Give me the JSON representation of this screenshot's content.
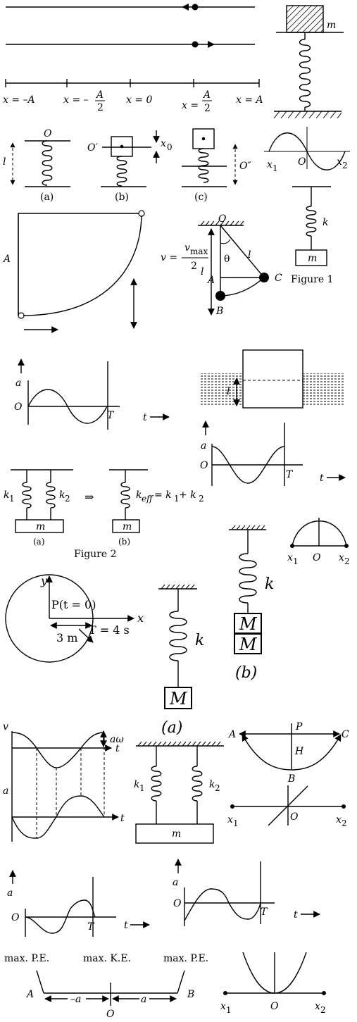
{
  "panel_shm_line": {
    "positions": [
      "x = –A",
      "x = –",
      "A",
      "2",
      "x = 0",
      "x =",
      "A",
      "2",
      "x = A"
    ]
  },
  "panel_block_spring": {
    "mass": "m"
  },
  "panel_spring_abc": {
    "label_O": "O",
    "label_O_prime": "O′",
    "label_O_dprime": "O″",
    "label_l": "l",
    "label_x0": "x",
    "label_x0_sub": "0",
    "caption_a": "(a)",
    "caption_b": "(b)",
    "caption_c": "(c)"
  },
  "panel_sine_x": {
    "x1": "x",
    "x1_sub": "1",
    "O": "O",
    "x2": "x",
    "x2_sub": "2"
  },
  "panel_quarter": {
    "A": "A",
    "v_eq": "v =",
    "v_num": "v",
    "v_num_sub": "max",
    "v_den": "2"
  },
  "panel_pendulum": {
    "O": "O",
    "theta": "θ",
    "l": "l",
    "l2": "l",
    "A": "A",
    "B": "B",
    "C": "C"
  },
  "figure1": {
    "k": "k",
    "m": "m",
    "caption": "Figure 1"
  },
  "graph_a1": {
    "a": "a",
    "O": "O",
    "T": "T",
    "t": "t"
  },
  "panel_float": {
    "l": "l"
  },
  "graph_a2": {
    "a": "a",
    "O": "O",
    "T": "T",
    "t": "t"
  },
  "figure2": {
    "k1": "k",
    "k1_sub": "1",
    "k2": "k",
    "k2_sub": "2",
    "arrow": "⇒",
    "keff": "k",
    "keff_sub": "eff",
    "keff_rhs": "= k",
    "keff_rhs_sub1": "1",
    "keff_plus": "+ k",
    "keff_rhs_sub2": "2",
    "m_a": "m",
    "m_b": "m",
    "caption_a": "(a)",
    "caption_b": "(b)",
    "caption": "Figure 2"
  },
  "panel_kMM": {
    "k": "k",
    "M1": "M",
    "M2": "M",
    "caption": "(b)"
  },
  "panel_arc": {
    "x1": "x",
    "x1_sub": "1",
    "O": "O",
    "x2": "x",
    "x2_sub": "2"
  },
  "panel_circle": {
    "y": "y",
    "x": "x",
    "P": "P(t = 0)",
    "T": "T = 4 s",
    "r": "3 m"
  },
  "panel_kM": {
    "k": "k",
    "M": "M",
    "caption": "(a)"
  },
  "graph_va": {
    "v": "v",
    "t1": "t",
    "aw": "aω",
    "a": "a",
    "t2": "t"
  },
  "panel_parallel": {
    "k1": "k",
    "k1_sub": "1",
    "k2": "k",
    "k2_sub": "2",
    "m": "m"
  },
  "panel_swing": {
    "A": "A",
    "P": "P",
    "C": "C",
    "H": "H",
    "B": "B"
  },
  "panel_cross": {
    "x1": "x",
    "x1_sub": "1",
    "O": "O",
    "x2": "x",
    "x2_sub": "2"
  },
  "graph_a3": {
    "a": "a",
    "O": "O",
    "T": "T",
    "t": "t"
  },
  "graph_a4": {
    "a": "a",
    "O": "O",
    "T": "T",
    "t": "t"
  },
  "panel_energy": {
    "pe_left": "max. P.E.",
    "ke": "max. K.E.",
    "pe_right": "max. P.E.",
    "A": "A",
    "B": "B",
    "minus_a": "–a",
    "a": "a",
    "O": "O"
  },
  "panel_parabola": {
    "x1": "x",
    "x1_sub": "1",
    "O": "O",
    "x2": "x",
    "x2_sub": "2"
  }
}
